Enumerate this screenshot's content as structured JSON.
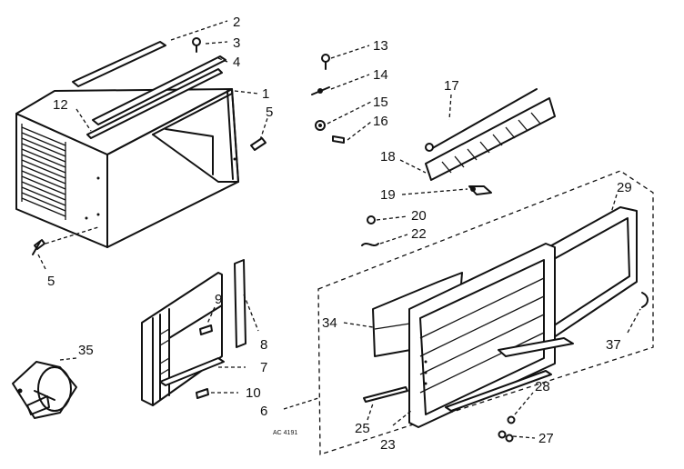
{
  "callouts": [
    {
      "id": "c2",
      "text": "2"
    },
    {
      "id": "c3",
      "text": "3"
    },
    {
      "id": "c4",
      "text": "4"
    },
    {
      "id": "c1",
      "text": "1"
    },
    {
      "id": "c12",
      "text": "12"
    },
    {
      "id": "c5a",
      "text": "5"
    },
    {
      "id": "c5b",
      "text": "5"
    },
    {
      "id": "c13",
      "text": "13"
    },
    {
      "id": "c14",
      "text": "14"
    },
    {
      "id": "c15",
      "text": "15"
    },
    {
      "id": "c16",
      "text": "16"
    },
    {
      "id": "c17",
      "text": "17"
    },
    {
      "id": "c18",
      "text": "18"
    },
    {
      "id": "c19",
      "text": "19"
    },
    {
      "id": "c20",
      "text": "20"
    },
    {
      "id": "c22",
      "text": "22"
    },
    {
      "id": "c29",
      "text": "29"
    },
    {
      "id": "c34",
      "text": "34"
    },
    {
      "id": "c37",
      "text": "37"
    },
    {
      "id": "c9",
      "text": "9"
    },
    {
      "id": "c8",
      "text": "8"
    },
    {
      "id": "c7",
      "text": "7"
    },
    {
      "id": "c10",
      "text": "10"
    },
    {
      "id": "c6",
      "text": "6"
    },
    {
      "id": "c35",
      "text": "35"
    },
    {
      "id": "c28",
      "text": "28"
    },
    {
      "id": "c27",
      "text": "27"
    },
    {
      "id": "c25",
      "text": "25"
    },
    {
      "id": "c23",
      "text": "23"
    }
  ],
  "drawing_code": "AC 4191"
}
